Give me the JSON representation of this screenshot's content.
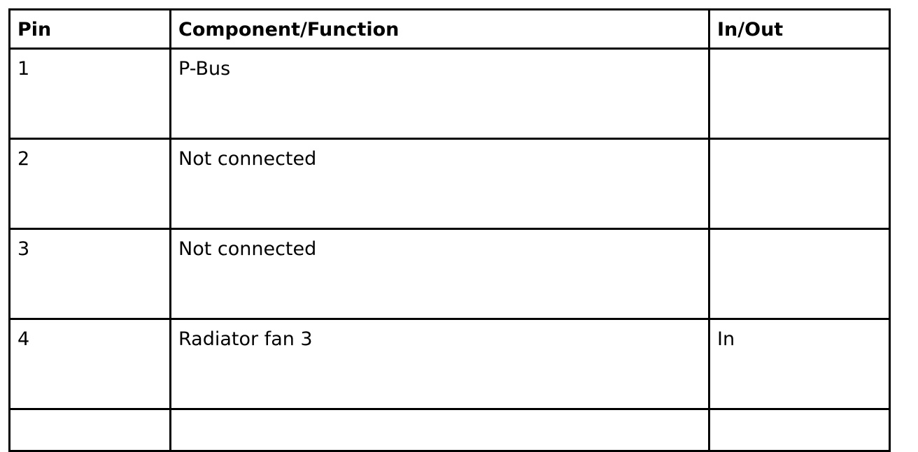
{
  "table": {
    "headers": {
      "pin": "Pin",
      "function": "Component/Function",
      "direction": "In/Out"
    },
    "rows": [
      {
        "pin": "1",
        "function": "P-Bus",
        "direction": ""
      },
      {
        "pin": "2",
        "function": "Not connected",
        "direction": ""
      },
      {
        "pin": "3",
        "function": "Not connected",
        "direction": ""
      },
      {
        "pin": "4",
        "function": "Radiator fan 3",
        "direction": "In"
      },
      {
        "pin": "",
        "function": "",
        "direction": ""
      }
    ]
  }
}
